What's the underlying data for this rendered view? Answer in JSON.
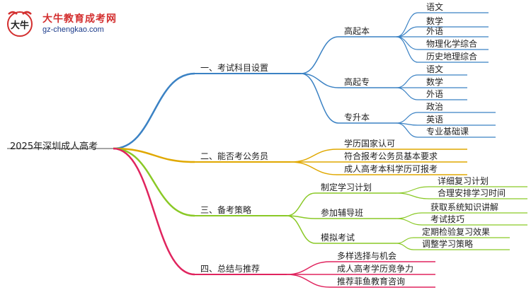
{
  "logo": {
    "title": "大牛教育成考网",
    "url": "gz-chengkao.com",
    "emblem_text": "大牛"
  },
  "root": "2025年深圳成人高考",
  "branches": [
    {
      "label": "一、考试科目设置",
      "color": "#3b82c4",
      "subs": [
        {
          "label": "高起本",
          "items": [
            "语文",
            "数学",
            "外语",
            "物理化学综合",
            "历史地理综合"
          ]
        },
        {
          "label": "高起专",
          "items": [
            "语文",
            "数学",
            "外语"
          ]
        },
        {
          "label": "专升本",
          "items": [
            "政治",
            "英语",
            "专业基础课"
          ]
        }
      ]
    },
    {
      "label": "二、能否考公务员",
      "color": "#e0a800",
      "items": [
        "学历国家认可",
        "符合报考公务员基本要求",
        "成人高考本科学历可报考"
      ]
    },
    {
      "label": "三、备考策略",
      "color": "#8ac926",
      "subs": [
        {
          "label": "制定学习计划",
          "items": [
            "详细复习计划",
            "合理安排学习时间"
          ]
        },
        {
          "label": "参加辅导班",
          "items": [
            "获取系统知识讲解",
            "考试技巧"
          ]
        },
        {
          "label": "模拟考试",
          "items": [
            "定期检验复习效果",
            "调整学习策略"
          ]
        }
      ]
    },
    {
      "label": "四、总结与推荐",
      "color": "#e0245e",
      "items": [
        "多样选择与机会",
        "成人高考学历竞争力",
        "推荐菲鱼教育咨询"
      ]
    }
  ]
}
